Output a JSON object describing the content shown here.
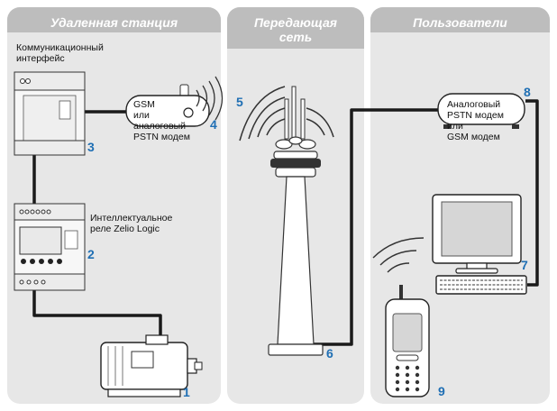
{
  "panels": {
    "remote": {
      "title": "Удаленная станция"
    },
    "network": {
      "title": "Передающая\nсеть"
    },
    "users": {
      "title": "Пользователи"
    }
  },
  "labels": {
    "comm_interface": "Коммуникационный\nинтерфейс",
    "relay": "Интеллектуальное\nреле Zelio Logic",
    "left_modem": "GSM\nили\nаналоговый\nPSTN модем",
    "right_modem": "Аналоговый\nPSTN модем\nили\nGSM модем"
  },
  "numbers": {
    "motor": "1",
    "relay": "2",
    "interface": "3",
    "left_modem": "4",
    "waves": "5",
    "tower": "6",
    "computer": "7",
    "right_modem": "8",
    "phone": "9"
  },
  "colors": {
    "panel": "#e7e7e7",
    "panel_header": "#bdbdbd",
    "number": "#1f6fb4",
    "cable": "#1a1a1a"
  }
}
